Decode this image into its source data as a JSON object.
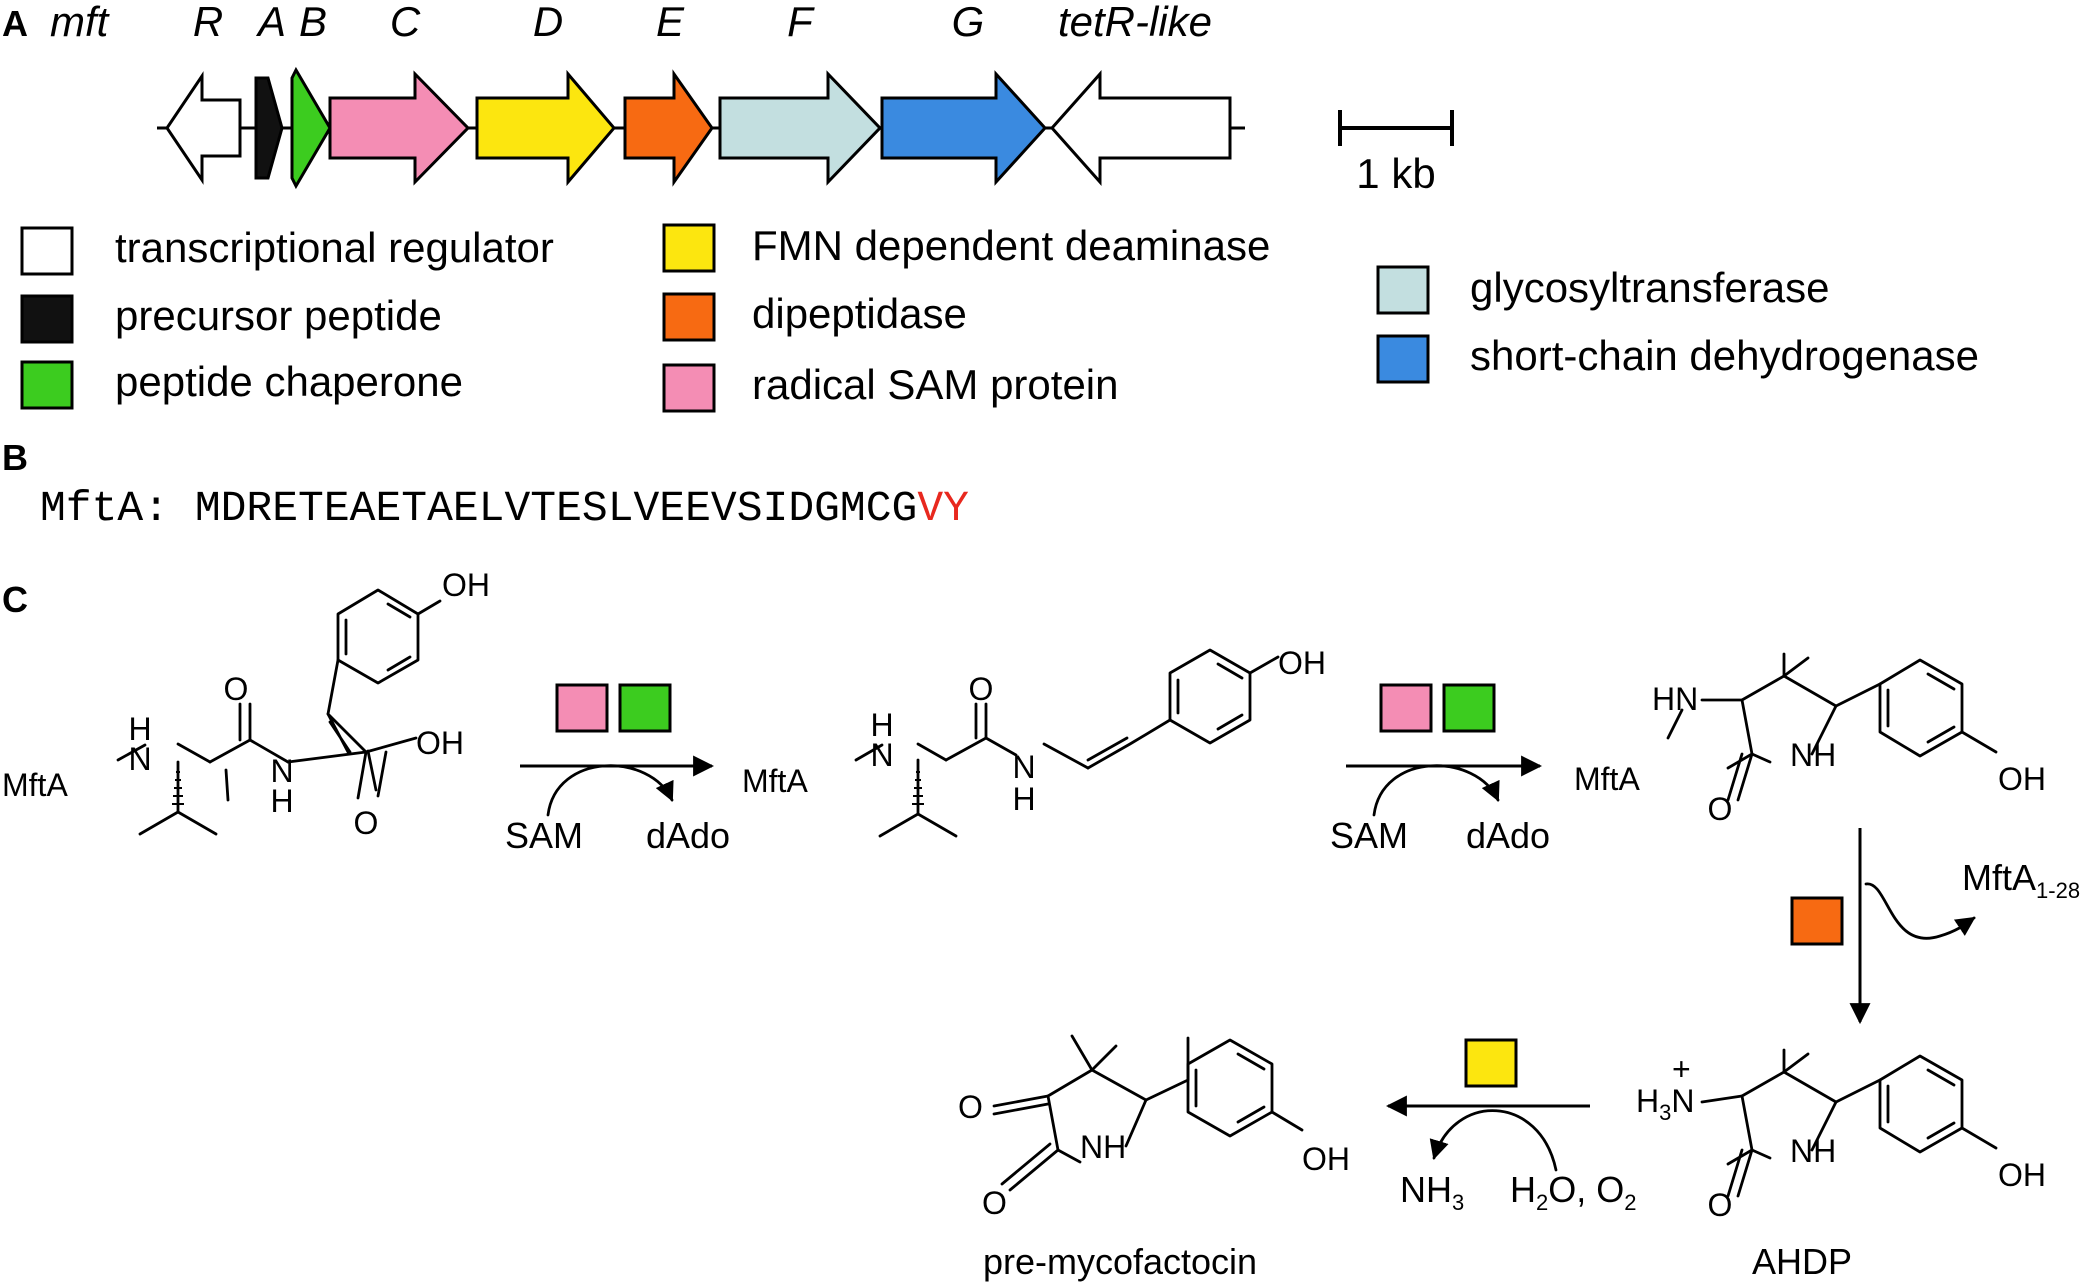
{
  "panels": {
    "a": "A",
    "b": "B",
    "c": "C"
  },
  "cluster": {
    "name": "mft",
    "genes": [
      {
        "label": "R",
        "role": "transcriptional regulator",
        "color": "#ffffff"
      },
      {
        "label": "A",
        "role": "precursor peptide",
        "color": "#111111"
      },
      {
        "label": "B",
        "role": "peptide chaperone",
        "color": "#3ccc1f"
      },
      {
        "label": "C",
        "role": "radical SAM protein",
        "color": "#f48db4"
      },
      {
        "label": "D",
        "role": "FMN dependent deaminase",
        "color": "#fce60f"
      },
      {
        "label": "E",
        "role": "dipeptidase",
        "color": "#f76a12"
      },
      {
        "label": "F",
        "role": "glycosyltransferase",
        "color": "#c3dfe0"
      },
      {
        "label": "G",
        "role": "short-chain dehydrogenase",
        "color": "#3a8ae0"
      },
      {
        "label": "tetR-like",
        "role": "transcriptional regulator",
        "color": "#ffffff"
      }
    ],
    "scale_label": "1 kb"
  },
  "legend": [
    {
      "label": "transcriptional regulator",
      "color": "#ffffff"
    },
    {
      "label": "precursor peptide",
      "color": "#111111"
    },
    {
      "label": "peptide chaperone",
      "color": "#3ccc1f"
    },
    {
      "label": "FMN dependent deaminase",
      "color": "#fce60f"
    },
    {
      "label": "dipeptidase",
      "color": "#f76a12"
    },
    {
      "label": "radical SAM protein",
      "color": "#f48db4"
    },
    {
      "label": "glycosyltransferase",
      "color": "#c3dfe0"
    },
    {
      "label": "short-chain dehydrogenase",
      "color": "#3a8ae0"
    }
  ],
  "sequence": {
    "prefix": "MftA: ",
    "body": "MDRETEAETAELVTESLVEEVSIDGMCG",
    "highlight": "VY",
    "highlight_color": "#e8281e"
  },
  "scheme": {
    "atoms": {
      "N": "N",
      "H": "H",
      "NH": "NH",
      "O": "O",
      "OH": "OH",
      "mftA": "MftA"
    },
    "sam": "SAM",
    "dado": "dAdo",
    "leaving": "MftA",
    "leaving_sub": "1-28",
    "nh3": "NH",
    "nh3_sub": "3",
    "cosub": {
      "a": "H",
      "a_sub": "2",
      "b": "O, O",
      "b_sub": "2"
    },
    "h3n": {
      "h": "H",
      "sub": "3",
      "n": "N",
      "plus": "+"
    },
    "ahdp_label": "AHDP",
    "product_label": "pre-mycofactocin"
  }
}
